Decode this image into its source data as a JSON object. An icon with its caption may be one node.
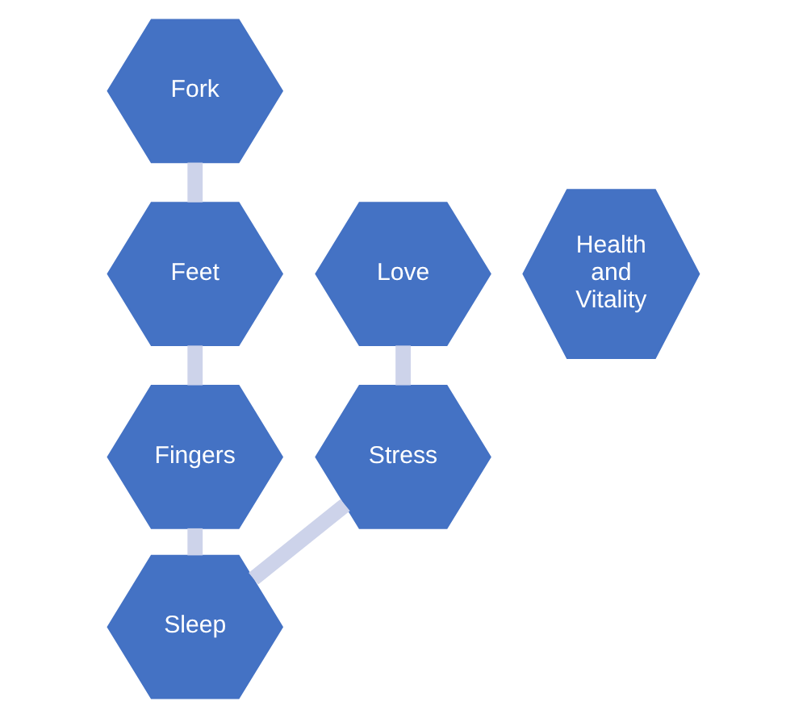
{
  "diagram": {
    "nodes": [
      {
        "text": [
          "Health and Vitality"
        ]
      },
      {
        "text": [
          "Fork"
        ]
      },
      {
        "text": [
          "Feet"
        ]
      },
      {
        "text": [
          "Fingers"
        ]
      },
      {
        "text": [
          "Sleep"
        ]
      },
      {
        "text": [
          "Stress"
        ]
      },
      {
        "text": [
          "Love"
        ]
      }
    ],
    "edges": [
      {
        "from": 1,
        "to": 2,
        "arrow": "none"
      },
      {
        "from": 2,
        "to": 3,
        "arrow": "none"
      },
      {
        "from": 3,
        "to": 4,
        "arrow": "none"
      },
      {
        "from": 4,
        "to": 5,
        "arrow": "none"
      },
      {
        "from": 5,
        "to": 6,
        "arrow": "none"
      }
    ]
  }
}
